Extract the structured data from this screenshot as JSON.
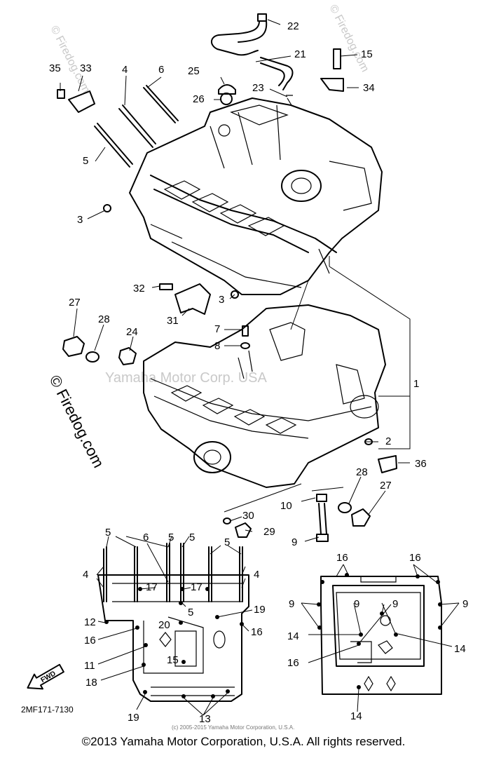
{
  "watermarks": [
    "© Firedog.com",
    "© Firedog.com",
    "© Firedog.com",
    "Yamaha Motor Corp. USA"
  ],
  "part_labels": [
    "22",
    "21",
    "15",
    "35",
    "33",
    "4",
    "6",
    "25",
    "26",
    "23",
    "34",
    "5",
    "3",
    "32",
    "3",
    "27",
    "28",
    "24",
    "31",
    "7",
    "8",
    "1",
    "2",
    "36",
    "28",
    "27",
    "30",
    "29",
    "10",
    "9",
    "5",
    "6",
    "5",
    "5",
    "5",
    "4",
    "4",
    "17",
    "17",
    "5",
    "19",
    "16",
    "12",
    "16",
    "20",
    "11",
    "15",
    "18",
    "19",
    "13",
    "16",
    "16",
    "9",
    "9",
    "9",
    "9",
    "14",
    "14",
    "16",
    "14"
  ],
  "fwd_label": "FWD",
  "figure_code": "2MF171-7130",
  "small_copyright": "(c) 2005-2015 Yamaha Motor Corporation, U.S.A.",
  "copyright": "©2013 Yamaha Motor Corporation, U.S.A. All rights reserved."
}
